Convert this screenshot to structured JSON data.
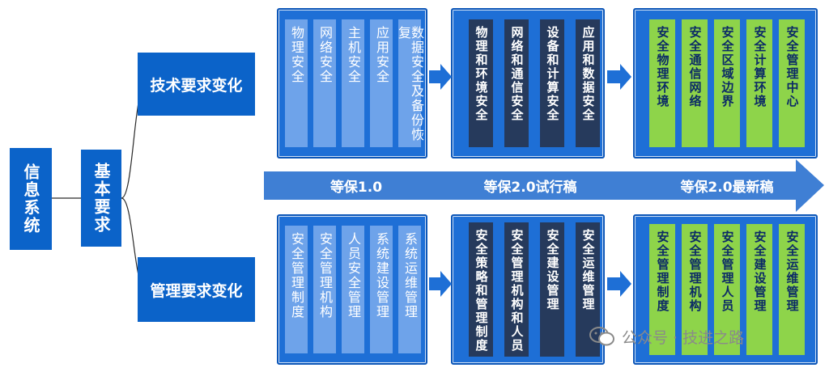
{
  "root": {
    "label": "信息系统"
  },
  "basic": {
    "label": "基本要求"
  },
  "branches": {
    "tech": {
      "label": "技术要求变化"
    },
    "mgmt": {
      "label": "管理要求变化"
    }
  },
  "versions": {
    "v1": "等保1.0",
    "v2_trial": "等保2.0试行稿",
    "v2_final": "等保2.0最新稿"
  },
  "tech_v1": [
    "物理安全",
    "网络安全",
    "主机安全",
    "应用安全",
    "数据安全及备份恢复"
  ],
  "tech_v2_trial": [
    "物理和环境安全",
    "网络和通信安全",
    "设备和计算安全",
    "应用和数据安全"
  ],
  "tech_v2_final": [
    "安全物理环境",
    "安全通信网络",
    "安全区域边界",
    "安全计算环境",
    "安全管理中心"
  ],
  "mgmt_v1": [
    "安全管理制度",
    "安全管理机构",
    "人员安全管理",
    "系统建设管理",
    "系统运维管理"
  ],
  "mgmt_v2_trial": [
    "安全策略和管理制度",
    "安全管理机构和人员",
    "安全建设管理",
    "安全运维管理"
  ],
  "mgmt_v2_final": [
    "安全管理制度",
    "安全管理机构",
    "安全管理人员",
    "安全建设管理",
    "安全运维管理"
  ],
  "watermark": "公众号 · 技进之路",
  "colors": {
    "primary_blue": "#0b63c9",
    "light_column": "#6ea3ea",
    "dark_column": "#263a5c",
    "green_column": "#8ed44a"
  },
  "icons": {
    "arrow": "right-arrow-icon",
    "watermark": "wechat-icon"
  }
}
